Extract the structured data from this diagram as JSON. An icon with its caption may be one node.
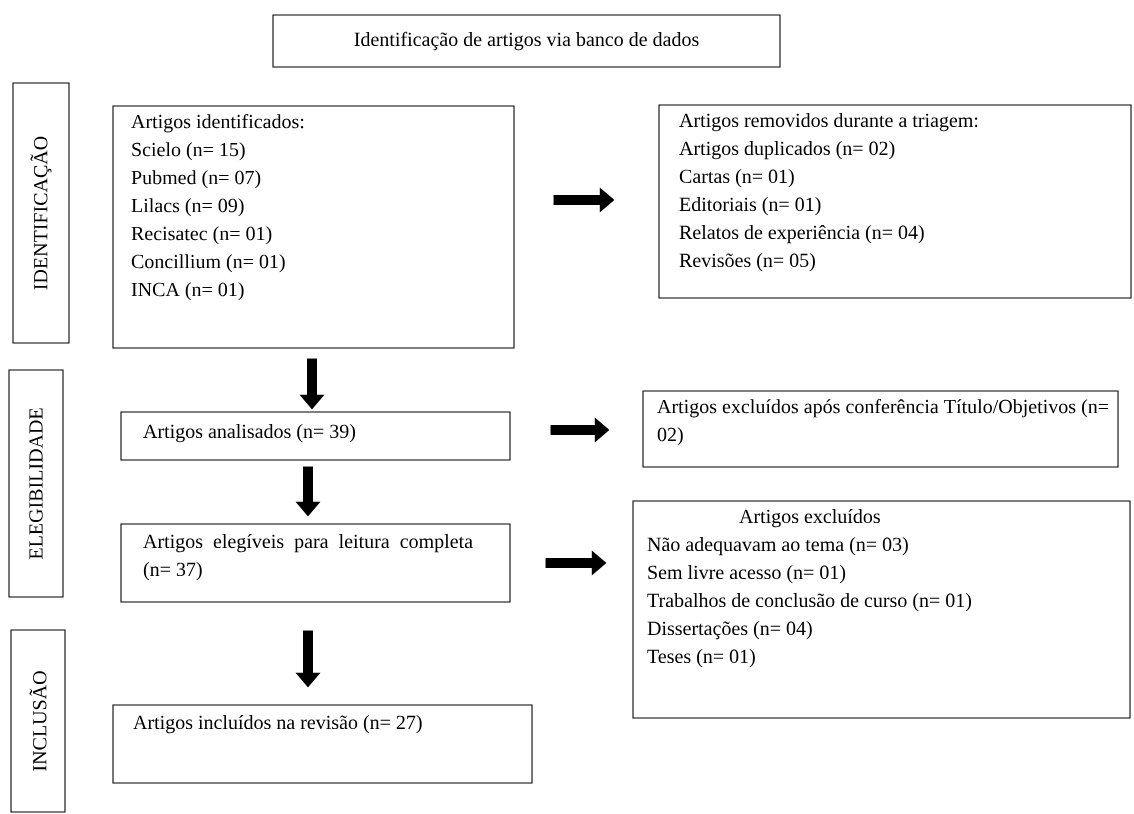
{
  "diagram": {
    "nodes": [
      {
        "text": [
          "Identificação de artigos via banco de dados"
        ]
      },
      {
        "text": [
          "IDENTIFICAÇÃO"
        ]
      },
      {
        "text": [
          "Artigos identificados:",
          "Scielo (n= 15)",
          "Pubmed (n= 07)",
          "Lilacs (n= 09)",
          "Recisatec (n= 01)",
          "Concillium (n= 01)",
          "INCA (n= 01)"
        ]
      },
      {
        "text": [
          "Artigos removidos durante a triagem:",
          "Artigos duplicados (n= 02)",
          "Cartas (n= 01)",
          "Editoriais (n= 01)",
          "Relatos de experiência (n= 04)",
          "Revisões (n= 05)"
        ]
      },
      {
        "text": [
          "ELEGIBILIDADE"
        ]
      },
      {
        "text": [
          "Artigos analisados (n= 39)"
        ]
      },
      {
        "text": [
          "Artigos excluídos após conferência Título/Objetivos (n= 02)"
        ]
      },
      {
        "text": [
          "Artigos elegíveis para leitura completa (n= 37)"
        ]
      },
      {
        "text": [
          "Artigos excluídos",
          "Não adequavam ao tema (n= 03)",
          "Sem livre acesso (n= 01)",
          "Trabalhos de conclusão de curso (n= 01)",
          "Dissertações (n= 04)",
          "Teses (n= 01)"
        ]
      },
      {
        "text": [
          "INCLUSÃO"
        ]
      },
      {
        "text": [
          "Artigos incluídos na revisão (n= 27)"
        ]
      }
    ],
    "edges": [
      {
        "from": 2,
        "to": 3,
        "arrow": "to"
      },
      {
        "from": 2,
        "to": 5,
        "arrow": "to"
      },
      {
        "from": 5,
        "to": 6,
        "arrow": "to"
      },
      {
        "from": 5,
        "to": 7,
        "arrow": "to"
      },
      {
        "from": 7,
        "to": 8,
        "arrow": "to"
      },
      {
        "from": 7,
        "to": 10,
        "arrow": "to"
      }
    ]
  }
}
